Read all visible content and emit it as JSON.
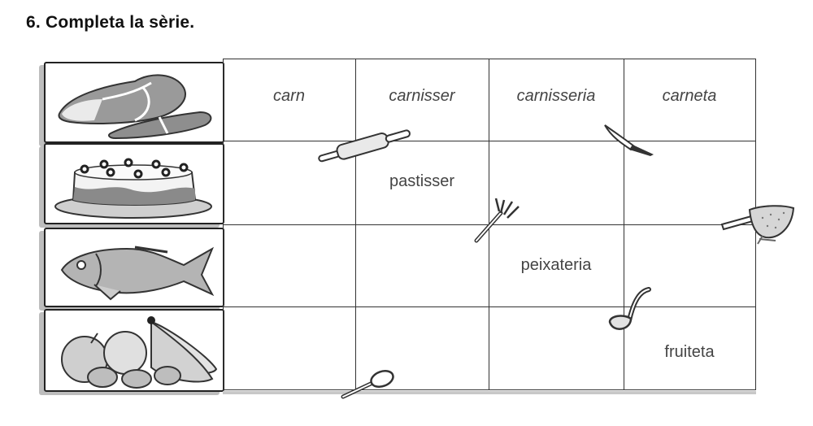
{
  "exercise": {
    "title": "6. Completa la sèrie."
  },
  "table": {
    "rows": [
      {
        "image": "meat-icon",
        "cells": [
          "carn",
          "carnisser",
          "carnisseria",
          "carneta"
        ],
        "italic": true
      },
      {
        "image": "cake-icon",
        "cells": [
          "",
          "pastisser",
          "",
          ""
        ]
      },
      {
        "image": "fish-icon",
        "cells": [
          "",
          "",
          "peixateria",
          ""
        ]
      },
      {
        "image": "fruit-icon",
        "cells": [
          "",
          "",
          "",
          "fruiteta"
        ]
      }
    ]
  },
  "decorations": [
    "rolling-pin-icon",
    "knife-icon",
    "fork-icon",
    "strainer-icon",
    "ladle-icon",
    "spoon-icon"
  ]
}
